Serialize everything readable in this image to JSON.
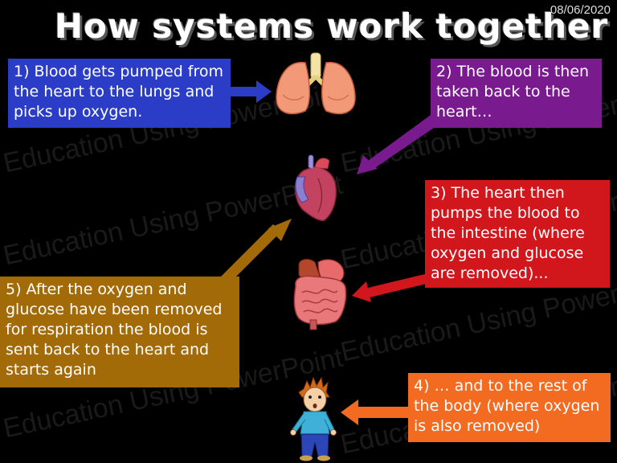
{
  "title": "How systems work together",
  "date": "08/06/2020",
  "watermark": "Education Using PowerPoint",
  "boxes": {
    "step1": "1)  Blood gets pumped from the heart to the lungs and picks up oxygen.",
    "step2": "2)  The blood is then taken back to the heart…",
    "step3": "3)  The heart then pumps the blood to the intestine (where oxygen and glucose are removed)...",
    "step4": "4)  … and to the rest of the body (where oxygen is also removed)",
    "step5": "5)  After the oxygen and glucose have been removed for respiration the blood is sent back to the heart and starts again"
  },
  "colors": {
    "step1": "#2b3dc7",
    "step2": "#7a1a8f",
    "step3": "#d1161c",
    "step4": "#f26b21",
    "step5": "#a36b08"
  },
  "icons": [
    "lungs-icon",
    "heart-icon",
    "intestine-icon",
    "person-icon"
  ]
}
